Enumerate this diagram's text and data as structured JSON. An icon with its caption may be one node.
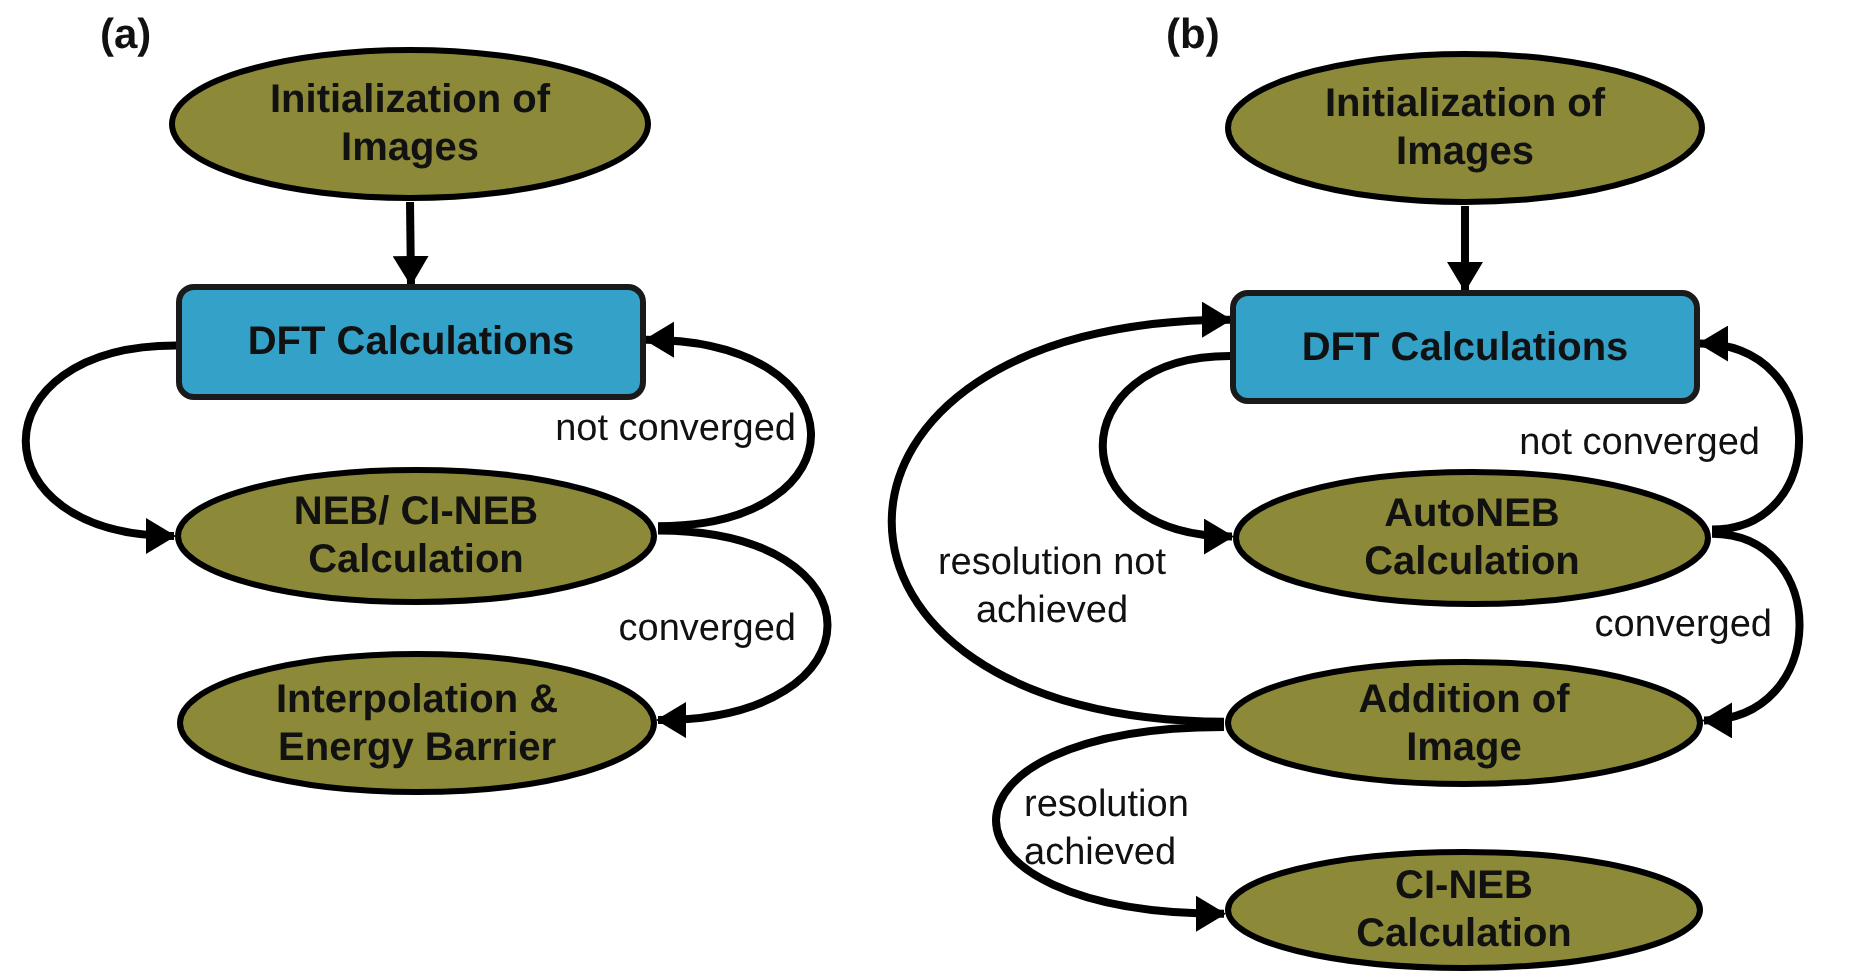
{
  "diagram": {
    "nodes": [
      {
        "text": [
          "Initialization of Images"
        ]
      },
      {
        "text": [
          "DFT Calculations"
        ]
      },
      {
        "text": [
          "NEB/ CI-NEB Calculation"
        ]
      },
      {
        "text": [
          "Interpolation & Energy Barrier"
        ]
      },
      {
        "text": [
          "Initialization of Images"
        ]
      },
      {
        "text": [
          "DFT Calculations"
        ]
      },
      {
        "text": [
          "AutoNEB Calculation"
        ]
      },
      {
        "text": [
          "Addition of Image"
        ]
      },
      {
        "text": [
          "CI-NEB Calculation"
        ]
      }
    ],
    "edges": [
      {
        "from": 0,
        "to": 1,
        "arrow": "to"
      },
      {
        "from": 1,
        "to": 2,
        "arrow": "to"
      },
      {
        "from": 2,
        "to": 1,
        "arrow": "to",
        "label": "not converged"
      },
      {
        "from": 2,
        "to": 3,
        "arrow": "to",
        "label": "converged"
      },
      {
        "from": 4,
        "to": 5,
        "arrow": "to"
      },
      {
        "from": 5,
        "to": 6,
        "arrow": "to"
      },
      {
        "from": 6,
        "to": 5,
        "arrow": "to",
        "label": "not converged"
      },
      {
        "from": 6,
        "to": 7,
        "arrow": "to",
        "label": "converged"
      },
      {
        "from": 7,
        "to": 5,
        "arrow": "to",
        "label": "resolution not achieved"
      },
      {
        "from": 7,
        "to": 8,
        "arrow": "to",
        "label": "resolution achieved"
      }
    ],
    "labels": [
      "(a)",
      "(b)"
    ]
  }
}
